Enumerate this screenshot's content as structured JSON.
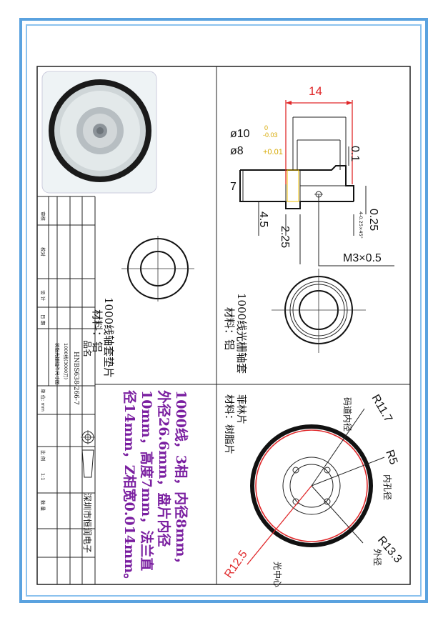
{
  "photo": {
    "label": "encoder disc photo"
  },
  "title_block": {
    "row1": "审核",
    "row2": "校对",
    "row3": "设 计",
    "row4": "日 期",
    "product_label": "品名",
    "product_code": "HNBS638-266-7",
    "product_desc1": "1000线(3000刀)",
    "product_desc2": "树脂光栅组件尺寸图",
    "unit_label": "单 位: mm",
    "scale_label": "比 例",
    "scale_value": "1:1",
    "qty_label": "数 量",
    "company": "深圳市恒润电子"
  },
  "left_view": {
    "caption": "1000线轴套垫片",
    "material": "材料：铝"
  },
  "top_right_view": {
    "dim_14": "14",
    "dim_10": "ø10",
    "dim_10_tol_upper": "0",
    "dim_10_tol_lower": "-0.03",
    "dim_8": "ø8",
    "dim_8_tol": "+0.01",
    "dim_7": "7",
    "dim_45": "4.5",
    "dim_225": "2.25",
    "dim_01": "0.1",
    "dim_025": "0.25",
    "dim_chamfer": "4-0.25×45°",
    "dim_m3": "M3×0.5",
    "caption": "1000线光栅轴套",
    "material": "材料：铝"
  },
  "bottom_right_view": {
    "title": "菲林片",
    "material": "材料：树脂片",
    "label_inner": "码道内径",
    "label_hole": "内孔径",
    "label_outer": "外径",
    "label_center": "光中心",
    "r_117": "R11.7",
    "r_5": "R5",
    "r_133": "R13.3",
    "r_125": "R12.5"
  },
  "spec_note": {
    "line1": "1000线，3相，内径8mm，",
    "line2": "外径26.6mm，盘片内径",
    "line3": "10mm，高度7mm，法兰直",
    "line4": "径14mm，Z相宽0.014mm。"
  }
}
